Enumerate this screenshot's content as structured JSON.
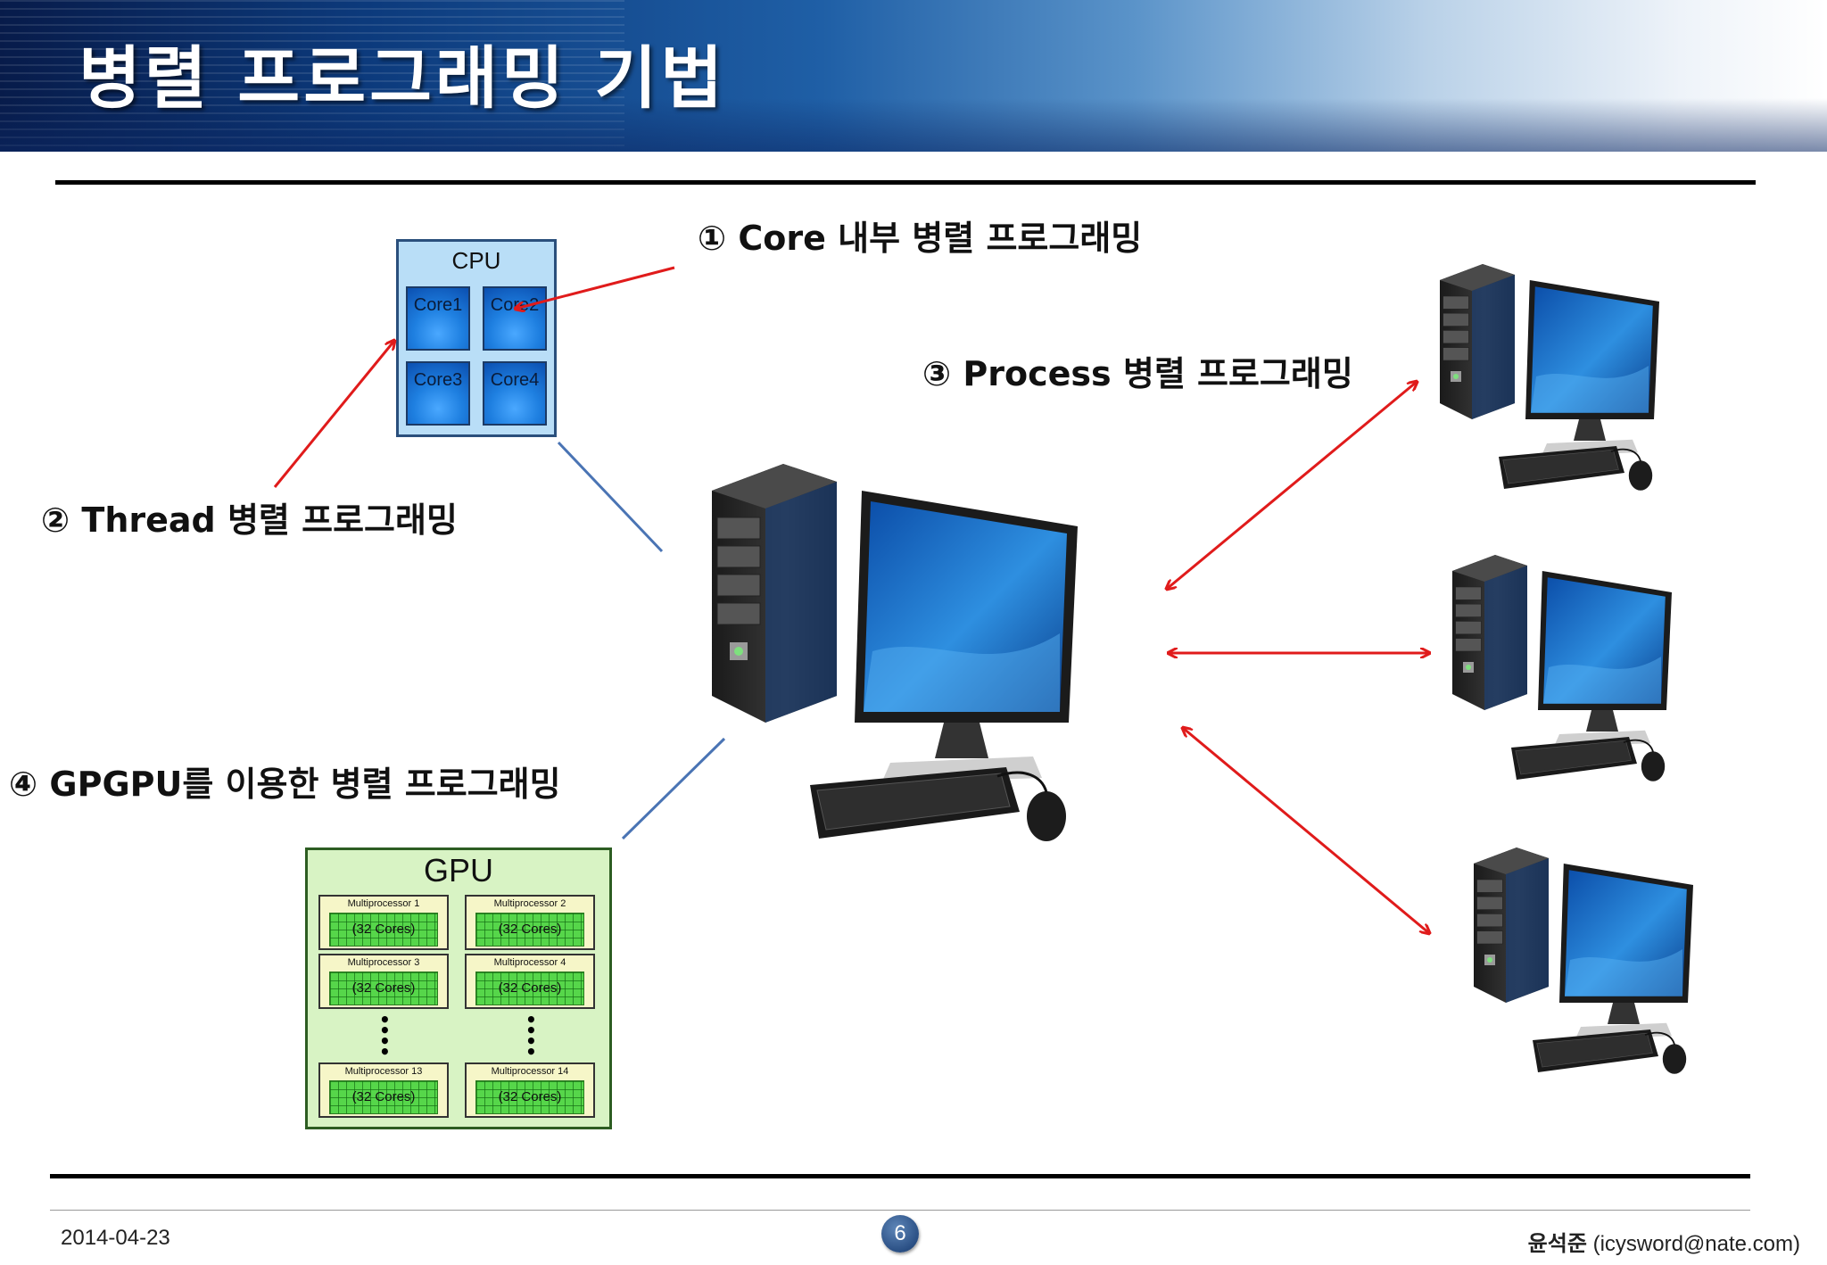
{
  "title": "병렬 프로그래밍 기법",
  "labels": {
    "core": "① Core 내부 병렬 프로그래밍",
    "thread": "② Thread 병렬 프로그래밍",
    "process": "③ Process 병렬 프로그래밍",
    "gpgpu": "④ GPGPU를 이용한 병렬 프로그래밍"
  },
  "cpu": {
    "title": "CPU",
    "cores": [
      "Core1",
      "Core2",
      "Core3",
      "Core4"
    ]
  },
  "gpu": {
    "title": "GPU",
    "multiprocessors": [
      {
        "name": "Multiprocessor 1",
        "cores": "(32 Cores)"
      },
      {
        "name": "Multiprocessor 2",
        "cores": "(32 Cores)"
      },
      {
        "name": "Multiprocessor 3",
        "cores": "(32 Cores)"
      },
      {
        "name": "Multiprocessor 4",
        "cores": "(32 Cores)"
      },
      {
        "name": "Multiprocessor 13",
        "cores": "(32 Cores)"
      },
      {
        "name": "Multiprocessor 14",
        "cores": "(32 Cores)"
      }
    ]
  },
  "footer": {
    "date": "2014-04-23",
    "page": "6",
    "author_name": "윤석준",
    "author_email": "(icysword@nate.com)"
  },
  "colors": {
    "arrow": "#e01b1b",
    "connector": "#4a74b4",
    "banner_dark": "#0c3a7c"
  },
  "icons": [
    "desktop-computer-icon",
    "arrow-icon"
  ]
}
